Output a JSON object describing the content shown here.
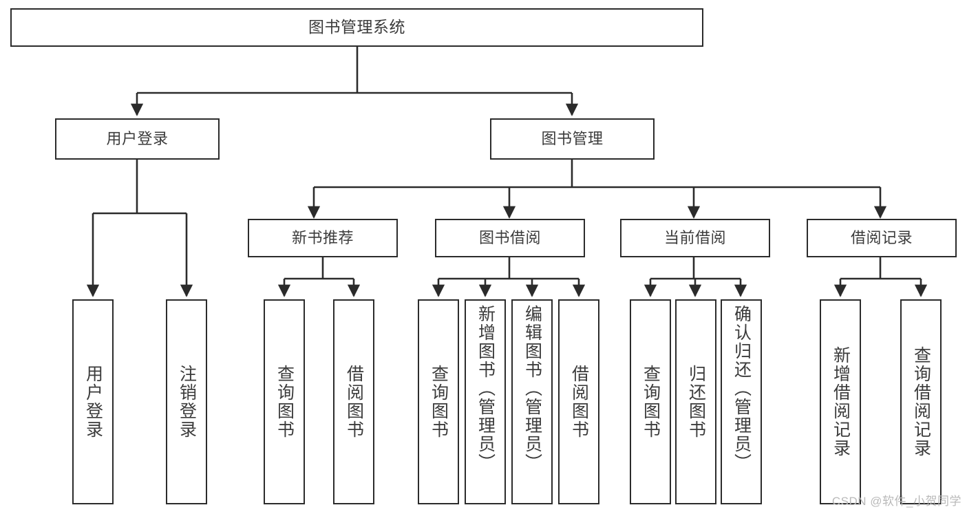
{
  "diagram": {
    "type": "tree",
    "title_node": {
      "label": "图书管理系统"
    },
    "level2": [
      {
        "label": "用户登录"
      },
      {
        "label": "图书管理"
      }
    ],
    "level3": [
      {
        "label": "新书推荐"
      },
      {
        "label": "图书借阅"
      },
      {
        "label": "当前借阅"
      },
      {
        "label": "借阅记录"
      }
    ],
    "leaves": {
      "user_login": [
        {
          "label": "用户登录"
        },
        {
          "label": "注销登录"
        }
      ],
      "new_book_recommend": [
        {
          "label": "查询图书"
        },
        {
          "label": "借阅图书"
        }
      ],
      "book_borrow": [
        {
          "label": "查询图书"
        },
        {
          "label": "新增图书（管理员）"
        },
        {
          "label": "编辑图书（管理员）"
        },
        {
          "label": "借阅图书"
        }
      ],
      "current_borrow": [
        {
          "label": "查询图书"
        },
        {
          "label": "归还图书"
        },
        {
          "label": "确认归还（管理员）"
        }
      ],
      "borrow_record": [
        {
          "label": "新增借阅记录"
        },
        {
          "label": "查询借阅记录"
        }
      ]
    }
  },
  "watermark": {
    "text": "CSDN @软件_小贺同学"
  },
  "colors": {
    "stroke": "#2b2b2b",
    "text": "#3b3b3b",
    "background": "#ffffff",
    "watermark": "#b9b9b9"
  }
}
